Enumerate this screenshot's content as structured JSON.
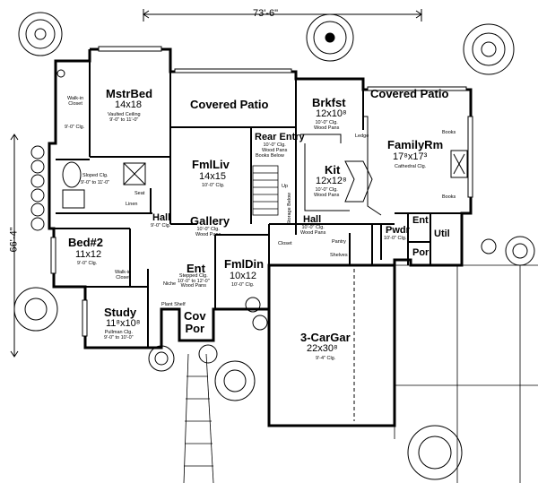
{
  "dimensions": {
    "width": "73'-6\"",
    "depth": "66'-4\""
  },
  "rooms": {
    "mstr_bed": {
      "name": "MstrBed",
      "size": "14x18",
      "note": "Vaulted Ceiling\n9'-0\" to 11'-0\""
    },
    "covered_patio_left": {
      "name": "Covered Patio"
    },
    "covered_patio_right": {
      "name": "Covered Patio"
    },
    "brkfst": {
      "name": "Brkfst",
      "size": "12x10⁸",
      "note": "10'-0\" Clg.\nWood Pans"
    },
    "family_rm": {
      "name": "FamilyRm",
      "size": "17⁸x17³",
      "note": "Cathedral Clg."
    },
    "fml_liv": {
      "name": "FmlLiv",
      "size": "14x15",
      "note": "10'-0\" Clg."
    },
    "rear_entry": {
      "name": "Rear Entry",
      "note": "10'-0\" Clg.\nWood Pans"
    },
    "kit": {
      "name": "Kit",
      "size": "12x12⁸",
      "note": "10'-0\" Clg.\nWood Pans"
    },
    "gallery": {
      "name": "Gallery",
      "note": "10'-0\" Clg.\nWood Pans"
    },
    "hall_left": {
      "name": "Hall",
      "note": "9'-0\" Clg."
    },
    "hall_center": {
      "name": "Hall",
      "note": "10'-0\" Clg.\nWood Pans"
    },
    "bed2": {
      "name": "Bed#2",
      "size": "11x12",
      "note": "9'-0\" Clg."
    },
    "fml_din": {
      "name": "FmlDin",
      "size": "10x12",
      "note": "10'-0\" Clg."
    },
    "ent": {
      "name": "Ent",
      "note": "Stepped Clg.\n10'-0\" to 12'-0\"\nWood Pans"
    },
    "study": {
      "name": "Study",
      "size": "11⁸x10⁸",
      "note": "Pullman Clg.\n9'-0\" to 10'-0\""
    },
    "cov_por": {
      "name": "Cov\nPor"
    },
    "garage": {
      "name": "3-CarGar",
      "size": "22x30⁸",
      "note": "9'-4\" Clg."
    },
    "pwdr": {
      "name": "Pwdr",
      "note": "10'-0\" Clg."
    },
    "ent_right": {
      "name": "Ent"
    },
    "util": {
      "name": "Util"
    },
    "por_right": {
      "name": "Por"
    },
    "walk_in_master": {
      "name": "Walk-in\nCloset",
      "note": "9'-0\" Clg."
    },
    "sloped_clg": {
      "name": "Sloped Clg.",
      "note": "9'-0\" to 11'-0\""
    },
    "walk_in_bed2": {
      "name": "Walk-in\nCloset"
    }
  },
  "small_labels": {
    "linen": "Linen",
    "seat": "Seat",
    "books_below": "Books Below",
    "storage_below": "Storage Below",
    "pantry": "Pantry",
    "shelves": "Shelves",
    "closet": "Closet",
    "books_top": "Books",
    "books_bottom": "Books",
    "ledge": "Ledge",
    "niche": "Niche",
    "plant_shelf": "Plant Shelf",
    "up": "Up"
  }
}
